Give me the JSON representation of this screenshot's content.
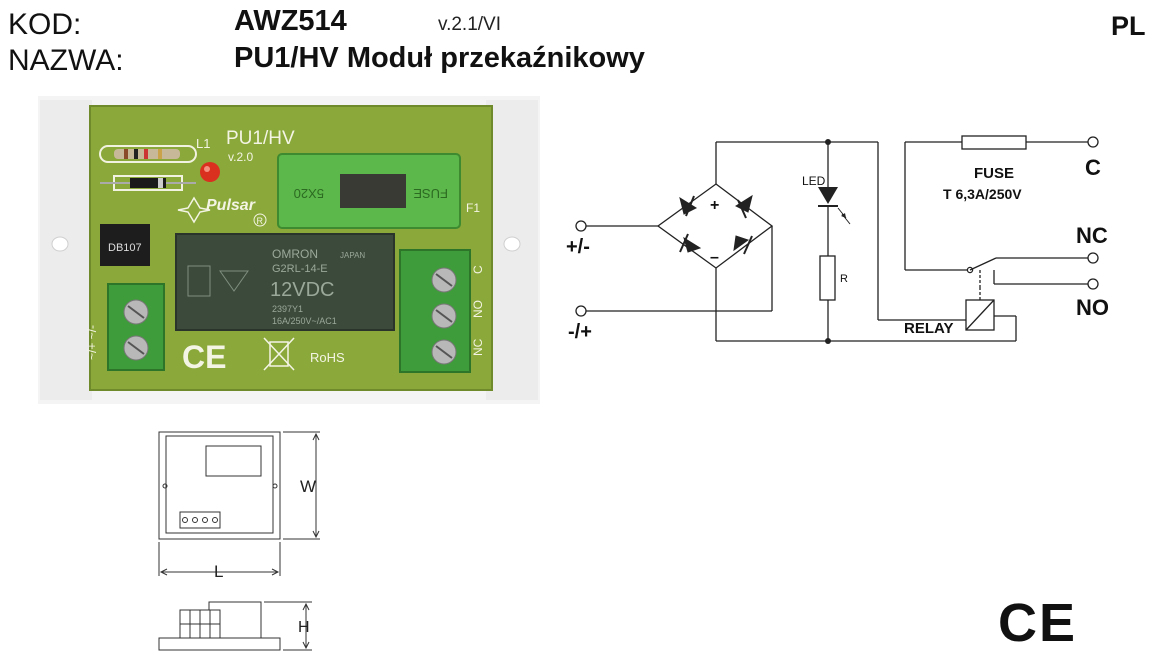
{
  "header": {
    "kod_label": "KOD:",
    "nazwa_label": "NAZWA:",
    "code": "AWZ514",
    "version": "v.2.1/VI",
    "name": "PU1/HV Moduł przekaźnikowy",
    "language": "PL"
  },
  "board_photo": {
    "model": "PU1/HV",
    "board_version": "v.2.0",
    "led_ref": "L1",
    "brand": "Pulsar",
    "bridge_marking": "DB107",
    "fuse_marking": "FUSE",
    "fuse_size": "5X20",
    "fuse_ref": "F1",
    "relay_brand": "OMRON",
    "relay_origin": "JAPAN",
    "relay_model": "G2RL-14-E",
    "relay_voltage": "12VDC",
    "relay_batch": "2397Y1",
    "relay_rating": "16A/250V~/AC1",
    "input_terminal_label": "~/+ ~/-",
    "output_terminal_labels": [
      "C",
      "NO",
      "NC"
    ],
    "rohs": "RoHS"
  },
  "schematic": {
    "input_pos": "+/-",
    "input_neg": "-/+",
    "bridge_plus": "+",
    "bridge_minus": "–",
    "led_label": "LED",
    "resistor_label": "R",
    "fuse_label": "FUSE",
    "fuse_rating": "T 6,3A/250V",
    "relay_label": "RELAY",
    "out_c": "C",
    "out_nc": "NC",
    "out_no": "NO"
  },
  "dimensions": {
    "width_label": "W",
    "length_label": "L",
    "height_label": "H"
  },
  "marks": {
    "ce": "CE"
  }
}
